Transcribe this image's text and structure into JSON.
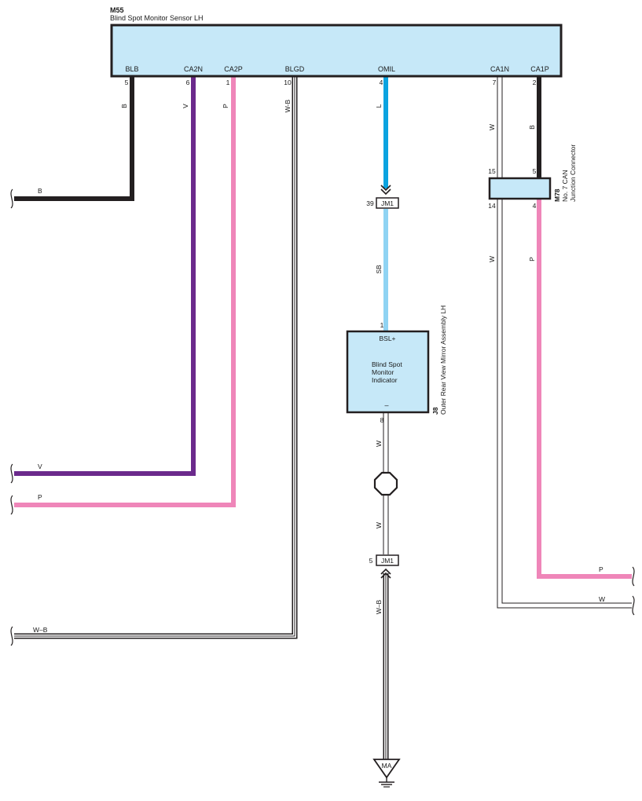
{
  "colors": {
    "box_fill": "#c6e8f8",
    "wire_black": "#231f20",
    "wire_violet": "#6b2a8c",
    "wire_pink": "#ef86b9",
    "wire_blue": "#0aa3e0",
    "wire_sky": "#8fd3f3",
    "wire_white_outline": "#231f20"
  },
  "sensor": {
    "code": "M55",
    "name": "Blind Spot Monitor Sensor LH",
    "terminals": [
      {
        "label": "BLB",
        "pin": "5",
        "wire": "B"
      },
      {
        "label": "CA2N",
        "pin": "6",
        "wire": "V"
      },
      {
        "label": "CA2P",
        "pin": "1",
        "wire": "P"
      },
      {
        "label": "BLGD",
        "pin": "10",
        "wire": "W-B"
      },
      {
        "label": "OMIL",
        "pin": "4",
        "wire": "L"
      },
      {
        "label": "CA1N",
        "pin": "7",
        "wire": "W"
      },
      {
        "label": "CA1P",
        "pin": "2",
        "wire": "B"
      }
    ]
  },
  "junction": {
    "code": "M78",
    "line1": "No. 7 CAN",
    "line2": "Junction Connector",
    "pins": {
      "top_left": "15",
      "top_right": "5",
      "bottom_left": "14",
      "bottom_right": "4"
    },
    "wire_below_left": "W",
    "wire_below_right": "P"
  },
  "jm1_top": {
    "label": "JM1",
    "pin": "39",
    "wire_below": "SB"
  },
  "mirror": {
    "code": "J8",
    "assembly": "Outer Rear View Mirror Assembly LH",
    "pin_top": "1",
    "terminal_top": "BSL+",
    "line1": "Blind Spot",
    "line2": "Monitor",
    "line3": "Indicator",
    "terminal_bottom": "–",
    "pin_bottom": "8",
    "wire_below": "W"
  },
  "splice_wire": "W",
  "jm1_bottom": {
    "label": "JM1",
    "pin": "5",
    "wire_below": "W–B"
  },
  "ground": {
    "label": "MA"
  },
  "left_wires": {
    "b": "B",
    "v": "V",
    "p": "P",
    "wb": "W–B"
  },
  "right_wires": {
    "p": "P",
    "w": "W"
  }
}
